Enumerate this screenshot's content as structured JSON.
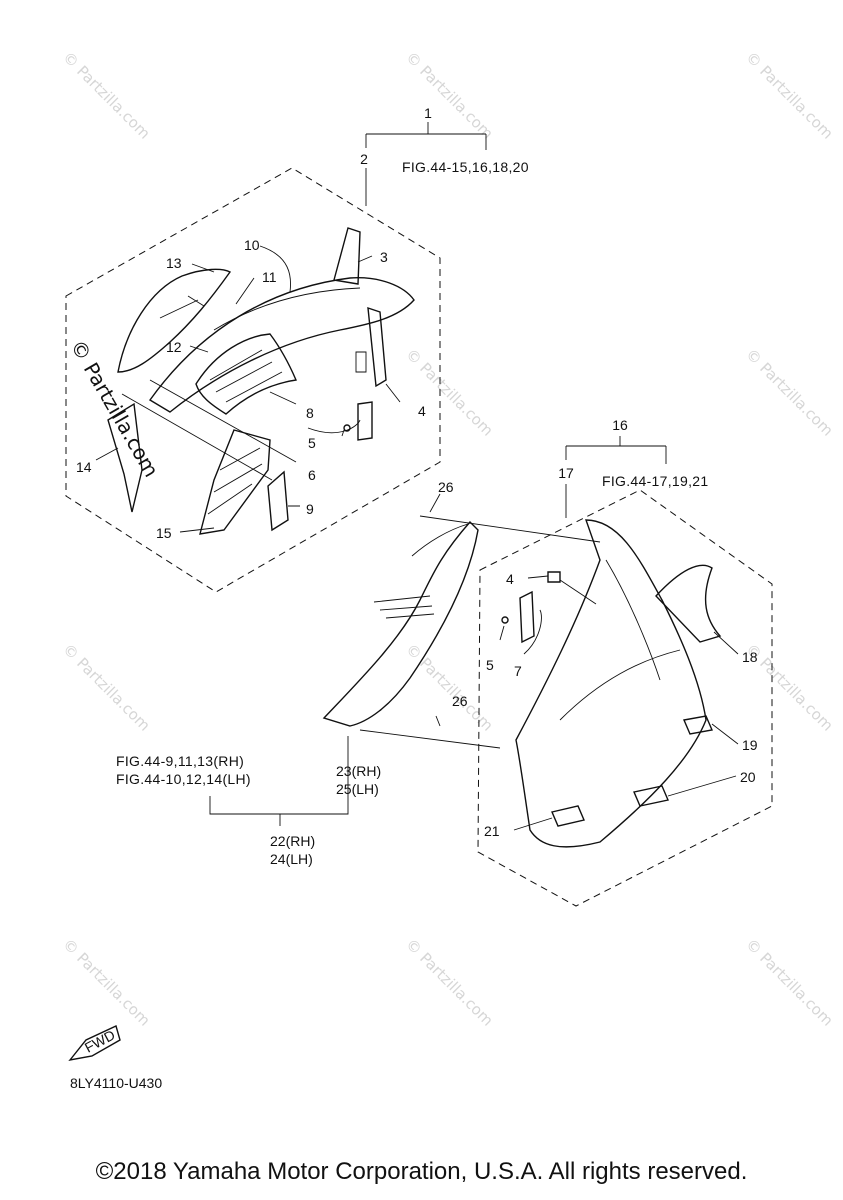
{
  "watermark": "© Partzilla.com",
  "fwd_label": "FWD",
  "diagram_code": "8LY4110-U430",
  "copyright": "©2018 Yamaha Motor Corporation, U.S.A. All rights reserved.",
  "callouts": {
    "c1": "1",
    "c2": "2",
    "c3": "3",
    "c4a": "4",
    "c5a": "5",
    "c6": "6",
    "c8": "8",
    "c9": "9",
    "c10": "10",
    "c11": "11",
    "c12": "12",
    "c13": "13",
    "c14": "14",
    "c15": "15",
    "c16": "16",
    "c17": "17",
    "c18": "18",
    "c19": "19",
    "c20": "20",
    "c21": "21",
    "c26a": "26",
    "c26b": "26",
    "c4b": "4",
    "c5b": "5",
    "c7": "7",
    "c23": "23(RH)",
    "c25": "25(LH)",
    "c22": "22(RH)",
    "c24": "24(LH)"
  },
  "fig_refs": {
    "r1": "FIG.44-15,16,18,20",
    "r2": "FIG.44-17,19,21",
    "r3": "FIG.44-9,11,13(RH)",
    "r4": "FIG.44-10,12,14(LH)"
  }
}
